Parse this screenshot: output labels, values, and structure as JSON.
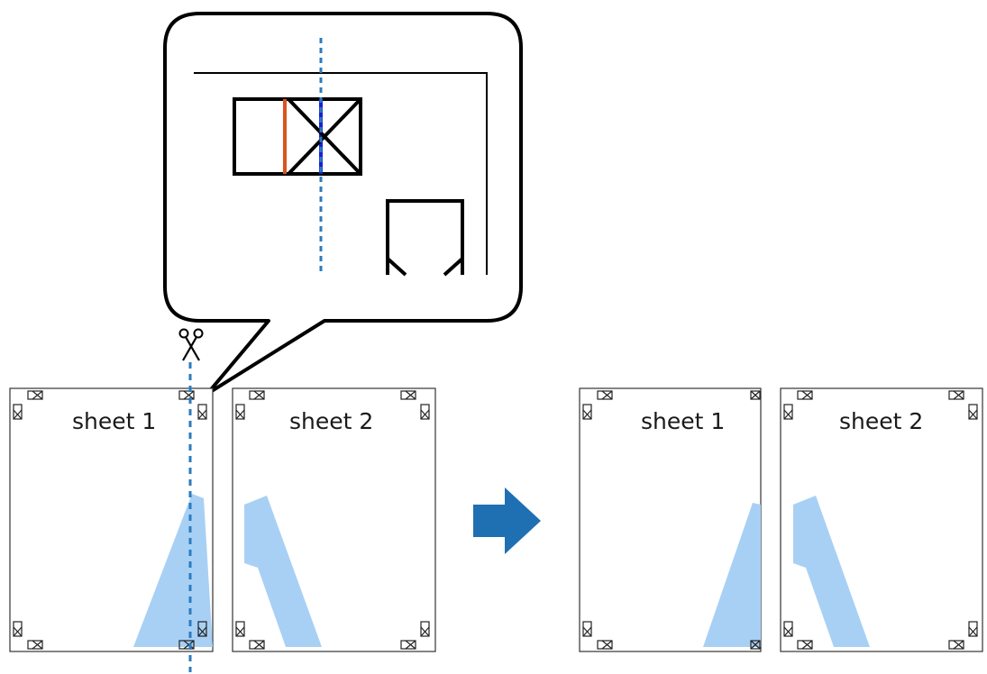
{
  "diagram": {
    "sheets_before": [
      {
        "label": "sheet 1"
      },
      {
        "label": "sheet 2"
      }
    ],
    "sheets_after": [
      {
        "label": "sheet 1"
      },
      {
        "label": "sheet 2"
      }
    ],
    "icons": {
      "cut_tool": "scissors-icon",
      "direction": "right-arrow-icon",
      "callout": "zoom-callout"
    },
    "colors": {
      "cut_line": "#2b7bbf",
      "arrow": "#1f6fb3",
      "shape": "#a8d0f5",
      "mark_orange": "#d9531e",
      "mark_blue": "#1d1dd6",
      "mark_line": "#000000"
    }
  }
}
